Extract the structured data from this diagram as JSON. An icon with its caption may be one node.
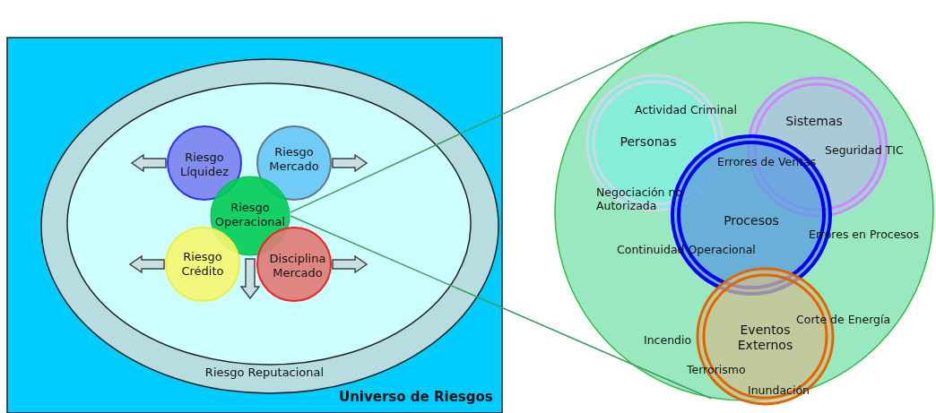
{
  "diagram": {
    "nodes": [
      {
        "text": [
          "Universo de Riesgos"
        ]
      },
      {
        "text": [
          "Riesgo Reputacional"
        ],
        "in": 0
      },
      {
        "text": [],
        "shape": "ellipse",
        "in": 1
      },
      {
        "text": [
          "Riesgo Líquidez"
        ],
        "in": 2
      },
      {
        "text": [
          "Riesgo Mercado"
        ],
        "in": 2
      },
      {
        "text": [
          "Riesgo Operacional"
        ],
        "in": 2
      },
      {
        "text": [
          "Riesgo Crédito"
        ],
        "in": 2
      },
      {
        "text": [
          "Disciplina Mercado"
        ],
        "in": 2
      },
      {
        "text": [],
        "shape": "circle"
      },
      {
        "text": [
          "Personas"
        ],
        "in": 8
      },
      {
        "text": [
          "Sistemas"
        ],
        "in": 8
      },
      {
        "text": [
          "Procesos"
        ],
        "in": 8
      },
      {
        "text": [
          "Eventos Externos"
        ],
        "in": 8
      }
    ],
    "edges": [
      {
        "from": 5,
        "to": 8,
        "arrow": "none"
      },
      {
        "from": 5,
        "to": 8,
        "arrow": "none"
      },
      {
        "from": 3,
        "to": null,
        "arrow": "to",
        "style": "thick"
      },
      {
        "from": 4,
        "to": null,
        "arrow": "to",
        "style": "thick"
      },
      {
        "from": 6,
        "to": null,
        "arrow": "to",
        "style": "thick"
      },
      {
        "from": 7,
        "to": null,
        "arrow": "to",
        "style": "thick"
      },
      {
        "from": 5,
        "to": null,
        "arrow": "to",
        "style": "thick"
      }
    ],
    "labels": [
      "Actividad Criminal",
      "Seguridad TIC",
      "Errores de Ventas",
      "Negociación no Autorizada",
      "Errores en Procesos",
      "Continuidad Operacional",
      "Corte de Energía",
      "Incendio",
      "Terrorismo",
      "Inundación"
    ]
  }
}
